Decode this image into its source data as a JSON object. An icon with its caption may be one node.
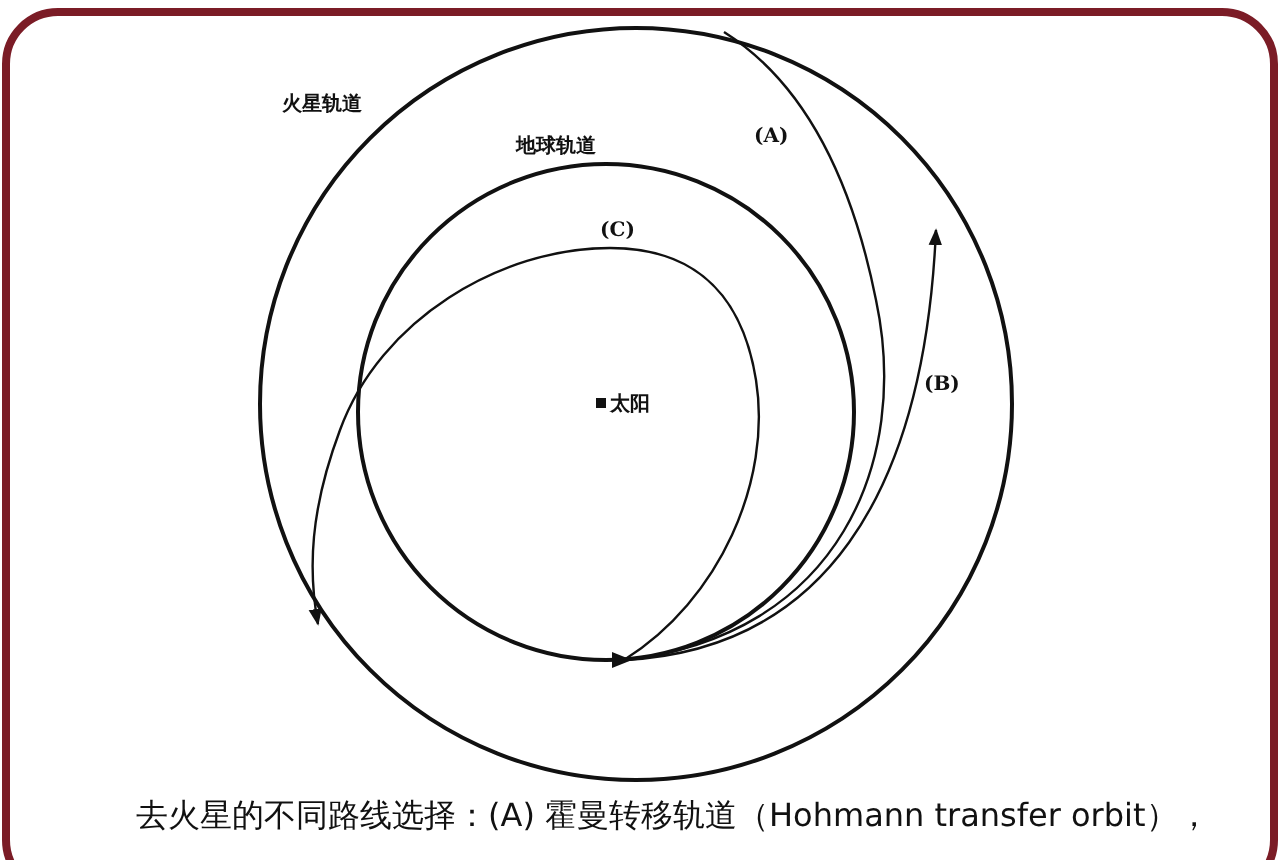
{
  "diagram": {
    "caption": "去火星的不同路线选择：(A) 霍曼转移轨道（Hohmann transfer orbit），",
    "labels": [
      "火星轨道",
      "(A)",
      "地球轨道",
      "(C)",
      "太阳",
      "(B)"
    ]
  }
}
